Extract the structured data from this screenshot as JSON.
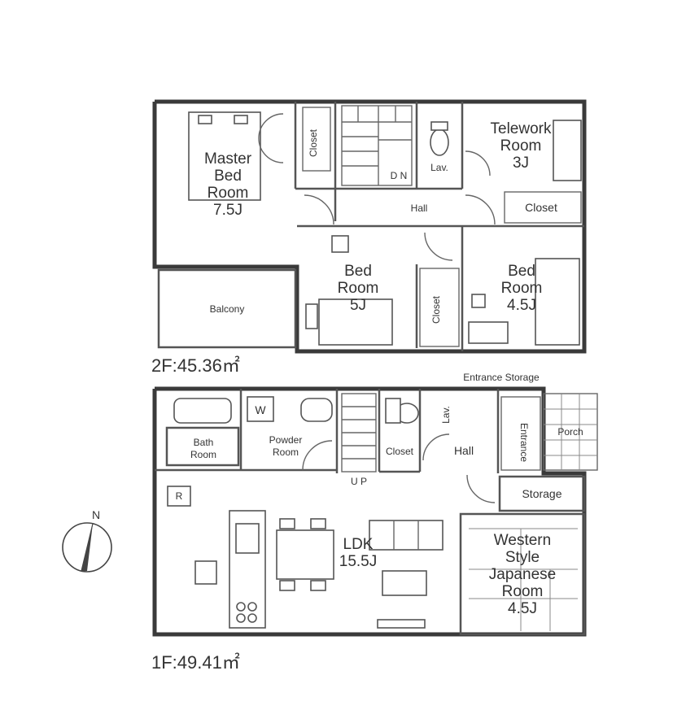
{
  "floor2": {
    "area_label": "2F:45.36㎡",
    "rooms": {
      "master_bed_room": [
        "Master",
        "Bed",
        "Room",
        "7.5J"
      ],
      "closet_a": "Closet",
      "stairs_dn": "D N",
      "lav": "Lav.",
      "telework_room": [
        "Telework",
        "Room",
        "3J"
      ],
      "hall": "Hall",
      "closet_b": "Closet",
      "balcony": "Balcony",
      "bed_room_5": [
        "Bed",
        "Room",
        "5J"
      ],
      "closet_c": "Closet",
      "bed_room_45": [
        "Bed",
        "Room",
        "4.5J"
      ]
    }
  },
  "floor1": {
    "area_label": "1F:49.41㎡",
    "rooms": {
      "entrance_storage": "Entrance Storage",
      "bath_room": [
        "Bath",
        "Room"
      ],
      "washer": "W",
      "powder_room": [
        "Powder",
        "Room"
      ],
      "lav": "Lav.",
      "closet": "Closet",
      "hall": "Hall",
      "entrance": "Entrance",
      "porch": "Porch",
      "stairs_up": "U P",
      "refrigerator": "R",
      "storage": "Storage",
      "ldk": [
        "LDK",
        "15.5J"
      ],
      "western_japanese_room": [
        "Western",
        "Style",
        "Japanese",
        "Room",
        "4.5J"
      ]
    }
  },
  "compass": {
    "north_label": "N"
  }
}
